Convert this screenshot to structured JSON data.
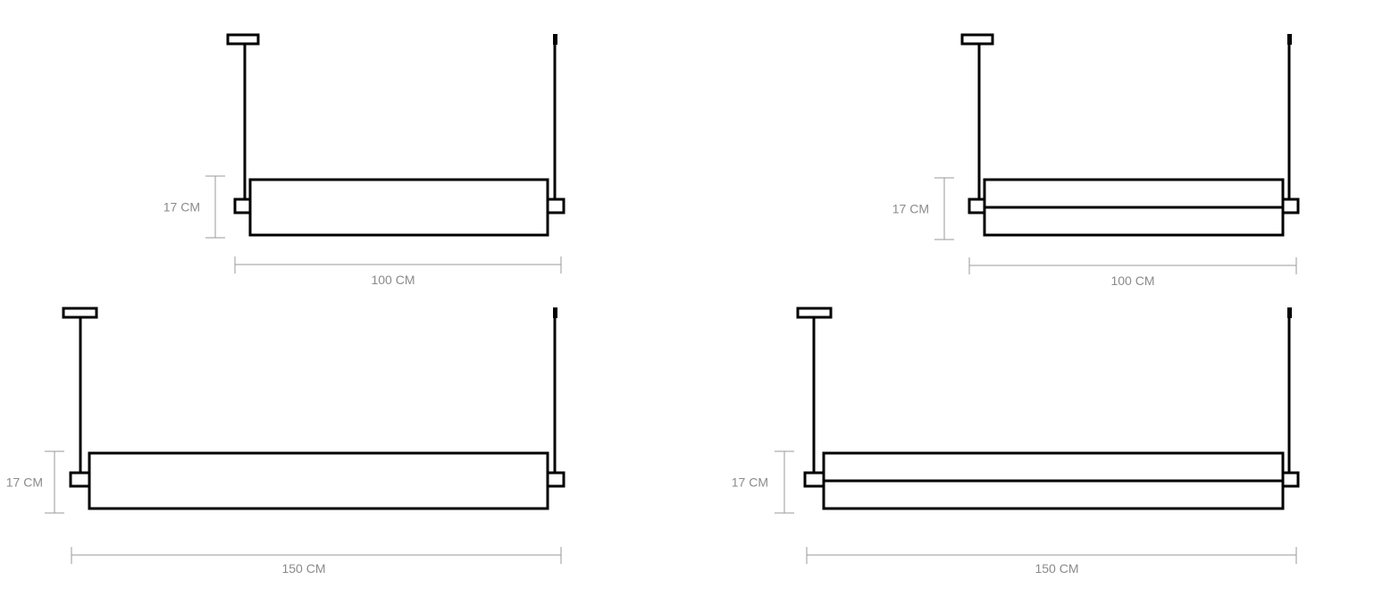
{
  "diagrams": [
    {
      "name": "lamp-100-single",
      "height_label": "17 CM",
      "width_label": "100 CM",
      "split": false
    },
    {
      "name": "lamp-100-double",
      "height_label": "17 CM",
      "width_label": "100 CM",
      "split": true
    },
    {
      "name": "lamp-150-single",
      "height_label": "17 CM",
      "width_label": "150 CM",
      "split": false
    },
    {
      "name": "lamp-150-double",
      "height_label": "17 CM",
      "width_label": "150 CM",
      "split": true
    }
  ]
}
